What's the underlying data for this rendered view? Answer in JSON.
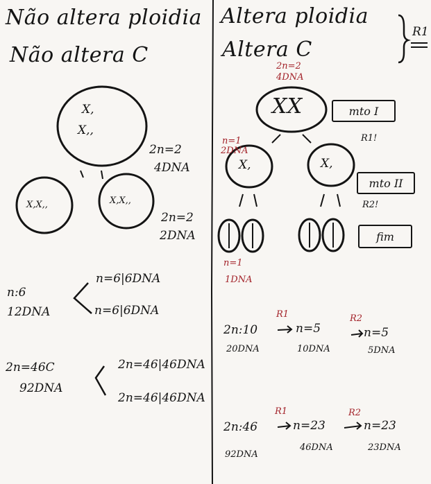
{
  "left": {
    "title_line1": "Não altera ploidia",
    "title_line2": "Não altera C",
    "cell_chromosomes_top": "X,",
    "cell_chromosomes_bottom": "X,,",
    "cell_label_ploidy": "2n=2",
    "cell_label_dna": "4DNA",
    "daughter_left": "X,X,,",
    "daughter_right": "X,X,,",
    "daughter_label_ploidy": "2n=2",
    "daughter_label_dna": "2DNA",
    "example1_n": "n:6",
    "example1_dna": "12DNA",
    "example1_out1": "n=6|6DNA",
    "example1_out2": "n=6|6DNA",
    "example2_n": "2n=46C",
    "example2_dna": "92DNA",
    "example2_out1": "2n=46|46DNA",
    "example2_out2": "2n=46|46DNA"
  },
  "right": {
    "title_line1": "Altera ploidia",
    "title_line2": "Altera C",
    "r1_label": "R1",
    "top_cell_ploidy": "2n=2",
    "top_cell_dna": "4DNA",
    "top_cell_chromosomes": "XX",
    "box_meiosis1": "mto I",
    "r1_mark": "R1!",
    "mid_label_ploidy": "n=1",
    "mid_label_dna": "2DNA",
    "mid_cell_chromosome": "X,",
    "box_meiosis2": "mto II",
    "r2_mark": "R2!",
    "box_end": "fim",
    "bottom_label_ploidy": "n=1",
    "bottom_label_dna": "1DNA",
    "ex1_start_ploidy": "2n:10",
    "ex1_start_dna": "20DNA",
    "ex1_r1": "R1",
    "ex1_mid_ploidy": "n=5",
    "ex1_mid_dna": "10DNA",
    "ex1_r2": "R2",
    "ex1_end_ploidy": "n=5",
    "ex1_end_dna": "5DNA",
    "ex2_start_ploidy": "2n:46",
    "ex2_start_dna": "92DNA",
    "ex2_r1": "R1",
    "ex2_mid_ploidy": "n=23",
    "ex2_mid_dna": "46DNA",
    "ex2_r2": "R2",
    "ex2_end_ploidy": "n=23",
    "ex2_end_dna": "23DNA"
  },
  "colors": {
    "ink": "#141414",
    "red_ink": "#a3232a",
    "paper": "#f8f6f3"
  }
}
